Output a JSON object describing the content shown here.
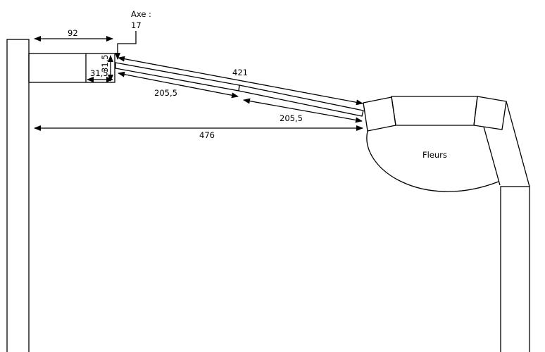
{
  "labels": {
    "width_92": "92",
    "axis_title": "Axe :",
    "axis_value": "17",
    "height_31_5": "31,5",
    "width_31_5": "31,5",
    "length_421": "421",
    "segment_1": "205,5",
    "segment_2": "205,5",
    "span_476": "476",
    "flower_bed": "Fleurs"
  }
}
